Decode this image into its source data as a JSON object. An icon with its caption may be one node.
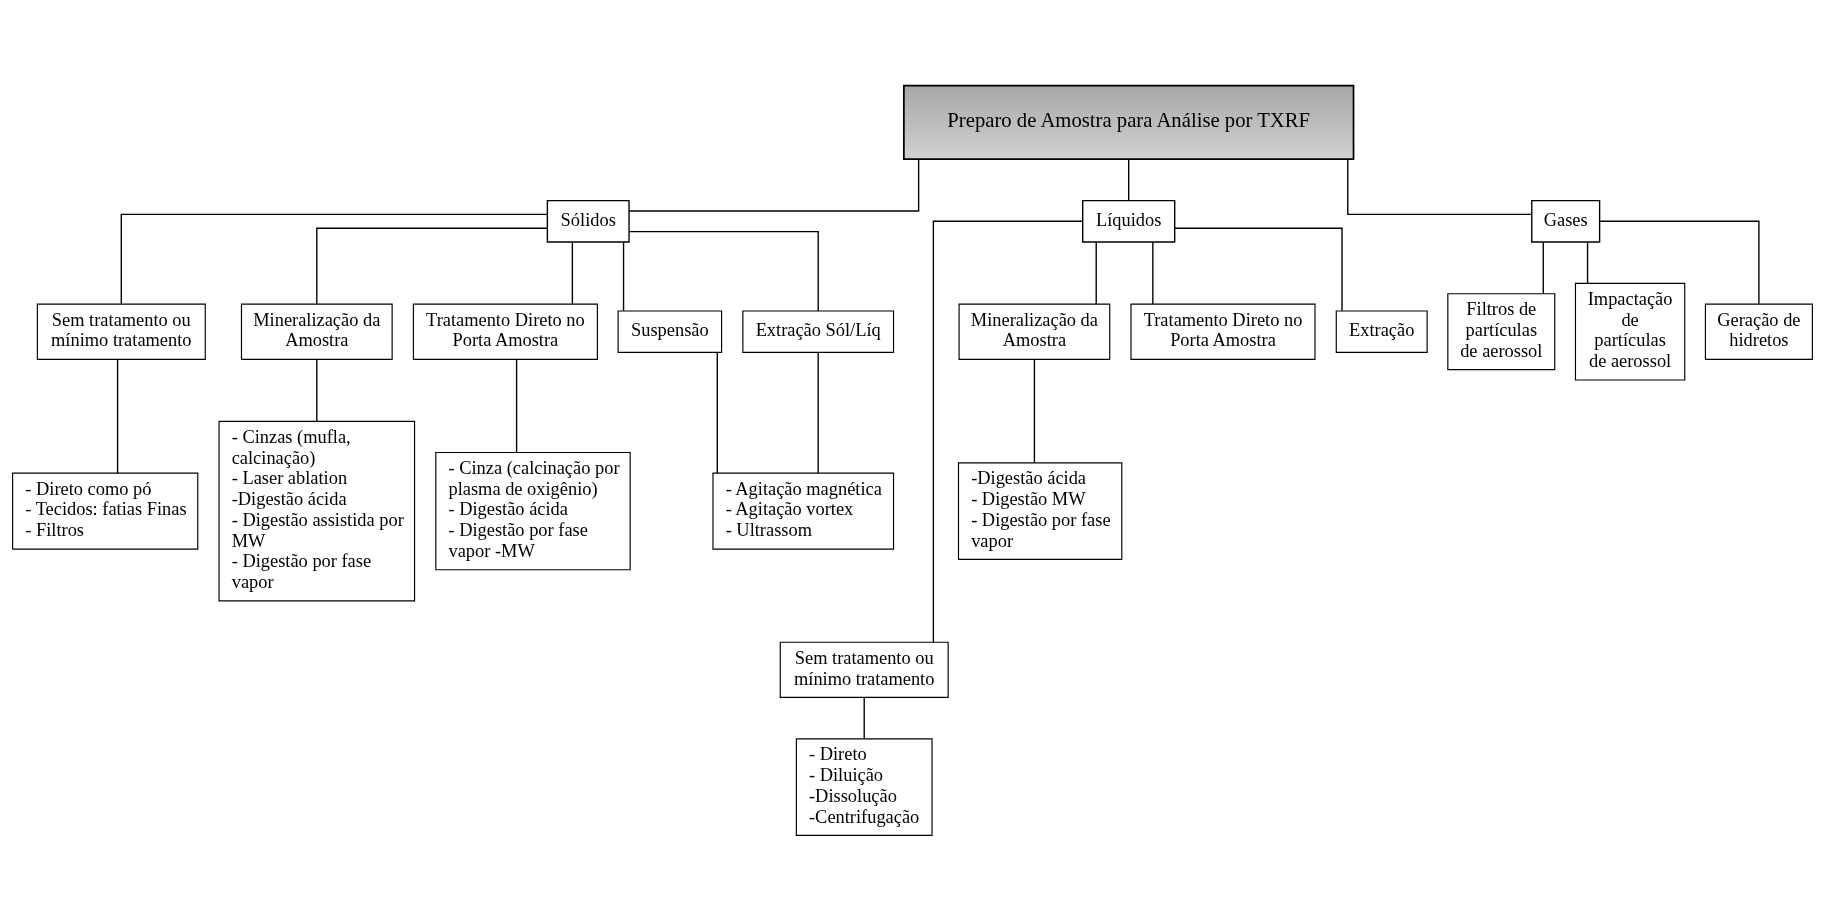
{
  "diagram": {
    "nodes": [
      {
        "text": [
          "Preparo de Amostra para Análise por TXRF"
        ]
      },
      {
        "text": [
          "Sólidos"
        ]
      },
      {
        "text": [
          "Líquidos"
        ]
      },
      {
        "text": [
          "Gases"
        ]
      },
      {
        "text": [
          "Sem tratamento ou mínimo tratamento"
        ]
      },
      {
        "text": [
          "Mineralização da Amostra"
        ]
      },
      {
        "text": [
          "Tratamento Direto no Porta Amostra"
        ]
      },
      {
        "text": [
          "Suspensão"
        ]
      },
      {
        "text": [
          "Extração Sól/Líq"
        ]
      },
      {
        "text": [
          "- Direto como pó",
          "- Tecidos: fatias Finas",
          "- Filtros"
        ]
      },
      {
        "text": [
          "- Cinzas (mufla, calcinação)",
          "- Laser ablation",
          "-Digestão ácida",
          "- Digestão assistida por MW",
          "- Digestão por fase vapor"
        ]
      },
      {
        "text": [
          "- Cinza (calcinação por plasma de oxigênio)",
          "- Digestão ácida",
          "- Digestão por fase vapor -MW"
        ]
      },
      {
        "text": [
          "- Agitação magnética",
          "- Agitação vortex",
          "- Ultrassom"
        ]
      },
      {
        "text": [
          "Filtros de partículas de aerossol"
        ]
      },
      {
        "text": [
          "Impactação de partículas de aerossol"
        ]
      },
      {
        "text": [
          "Geração de hidretos"
        ]
      },
      {
        "text": [
          "Sem tratamento ou mínimo tratamento"
        ]
      },
      {
        "text": [
          "Mineralização da Amostra"
        ]
      },
      {
        "text": [
          "Tratamento Direto no Porta Amostra"
        ]
      },
      {
        "text": [
          "Extração"
        ]
      },
      {
        "text": [
          "- Direto",
          "- Diluição",
          "-Dissolução",
          "-Centrifugação"
        ]
      },
      {
        "text": [
          "-Digestão ácida",
          "- Digestão MW",
          "- Digestão por fase vapor"
        ]
      }
    ],
    "edges": [
      {
        "from": 0,
        "to": 1,
        "arrow": "none"
      },
      {
        "from": 0,
        "to": 2,
        "arrow": "none"
      },
      {
        "from": 0,
        "to": 3,
        "arrow": "none"
      },
      {
        "from": 1,
        "to": 4,
        "arrow": "none"
      },
      {
        "from": 1,
        "to": 5,
        "arrow": "none"
      },
      {
        "from": 1,
        "to": 6,
        "arrow": "none"
      },
      {
        "from": 1,
        "to": 7,
        "arrow": "none"
      },
      {
        "from": 1,
        "to": 8,
        "arrow": "none"
      },
      {
        "from": 4,
        "to": 9,
        "arrow": "none"
      },
      {
        "from": 5,
        "to": 10,
        "arrow": "none"
      },
      {
        "from": 6,
        "to": 11,
        "arrow": "none"
      },
      {
        "from": 7,
        "to": 12,
        "arrow": "none"
      },
      {
        "from": 8,
        "to": 12,
        "arrow": "none"
      },
      {
        "from": 3,
        "to": 13,
        "arrow": "none"
      },
      {
        "from": 3,
        "to": 14,
        "arrow": "none"
      },
      {
        "from": 3,
        "to": 15,
        "arrow": "none"
      },
      {
        "from": 2,
        "to": 16,
        "arrow": "none"
      },
      {
        "from": 2,
        "to": 17,
        "arrow": "none"
      },
      {
        "from": 2,
        "to": 18,
        "arrow": "none"
      },
      {
        "from": 2,
        "to": 19,
        "arrow": "none"
      },
      {
        "from": 16,
        "to": 20,
        "arrow": "none"
      },
      {
        "from": 17,
        "to": 21,
        "arrow": "none"
      }
    ]
  }
}
